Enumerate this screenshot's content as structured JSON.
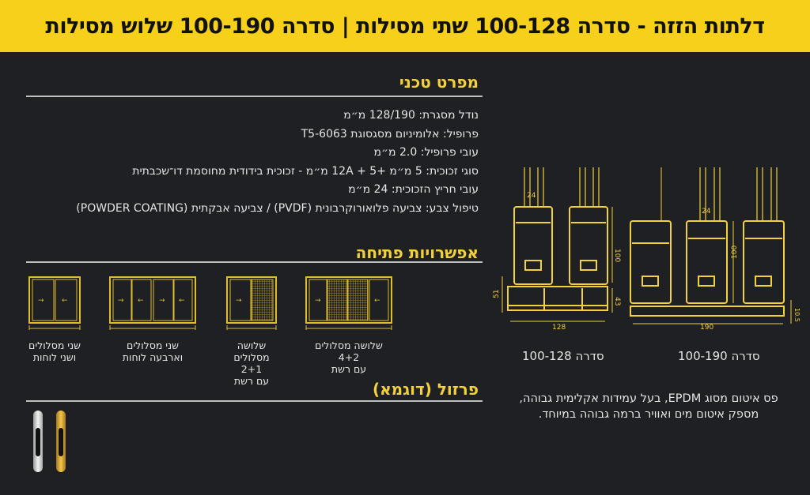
{
  "header": {
    "title": "דלתות הזזה - סדרה 100-128 שתי מסילות | סדרה 100-190 שלוש מסילות"
  },
  "colors": {
    "accent": "#f6d01a",
    "background": "#1e2023",
    "drawing": "#f2d13a"
  },
  "specs": {
    "title": "מפרט טכני",
    "lines": [
      "נודל מסגרת: 128/190 מ״מ",
      "פרופיל: אלומיניום מסגסוגת 6063-T5",
      "עובי פרופיל: 2.0 מ״מ",
      "סוגי זכוכית: 5 מ״מ +12A + 5 מ״מ - זכוכית בידודית מחוסמת דו־שכבתית",
      "עובי חריץ הזכוכית: 24 מ״מ",
      "טיפול צבע: צביעה פלואורוקרבונית (PVDF) / צביעה אבקתית (POWDER COATING)"
    ]
  },
  "options": {
    "title": "אפשרויות פתיחה",
    "items": [
      {
        "line1": "שלושה מסלולים 4+2",
        "line2": "עם רשת"
      },
      {
        "line1": "שלושה מסלולים 2+1",
        "line2": "עם רשת"
      },
      {
        "line1": "שני מסלולים",
        "line2": "וארבעה לוחות"
      },
      {
        "line1": "שני מסלולים",
        "line2": "ושני לוחות"
      }
    ]
  },
  "hardware": {
    "title": "פרזול (דוגמא)",
    "items": [
      {
        "finish": "silver",
        "color": "#d8d8d8"
      },
      {
        "finish": "gold",
        "color": "#d9a92e"
      }
    ]
  },
  "drawings": {
    "series128": {
      "caption": "סדרה 100-128",
      "dims": {
        "glass": "24",
        "height": "100",
        "base": "51",
        "track": "43",
        "width": "128"
      }
    },
    "series190": {
      "caption": "סדרה 100-190",
      "dims": {
        "glass": "24",
        "height": "100",
        "track": "10.5",
        "width": "190"
      }
    }
  },
  "note": {
    "text": "פס איטום מסוג EPDM, בעל עמידות אקלימית גבוהה, מספק איטום מים ואוויר ברמה גבוהה במיוחד."
  }
}
